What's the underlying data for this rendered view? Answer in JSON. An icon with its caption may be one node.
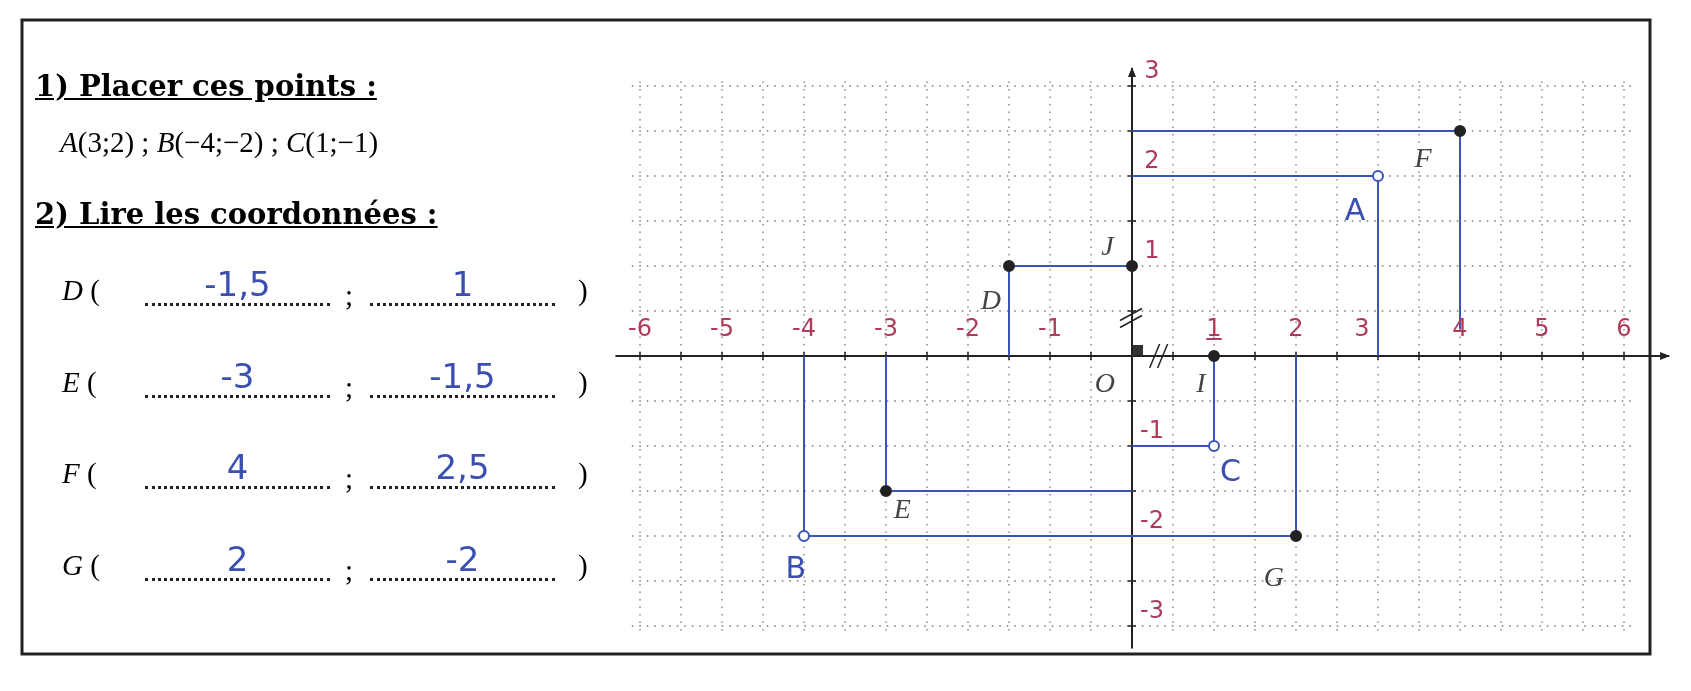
{
  "diagram": {
    "labels": [
      "1) Placer ces points :",
      "*A*(3;2) ; *B*(−4;−2) ; *C*(1;−1)",
      "2) Lire les coordonnées :",
      "*D* (",
      "-1,5",
      ";",
      "1",
      ")",
      "*E* (",
      "-3",
      ";",
      "-1,5",
      ")",
      "*F* (",
      "4",
      ";",
      "2,5",
      ")",
      "*G* (",
      "2",
      ";",
      "-2",
      ")",
      "-6",
      "-5",
      "-4",
      "-3",
      "-2",
      "-1",
      "1",
      "2",
      "3",
      "4",
      "5",
      "6",
      "3",
      "2",
      "1",
      "-1",
      "-2",
      "-3",
      "F",
      "A",
      "D",
      "J",
      "O",
      "I",
      "C",
      "E",
      "B",
      "G"
    ]
  }
}
